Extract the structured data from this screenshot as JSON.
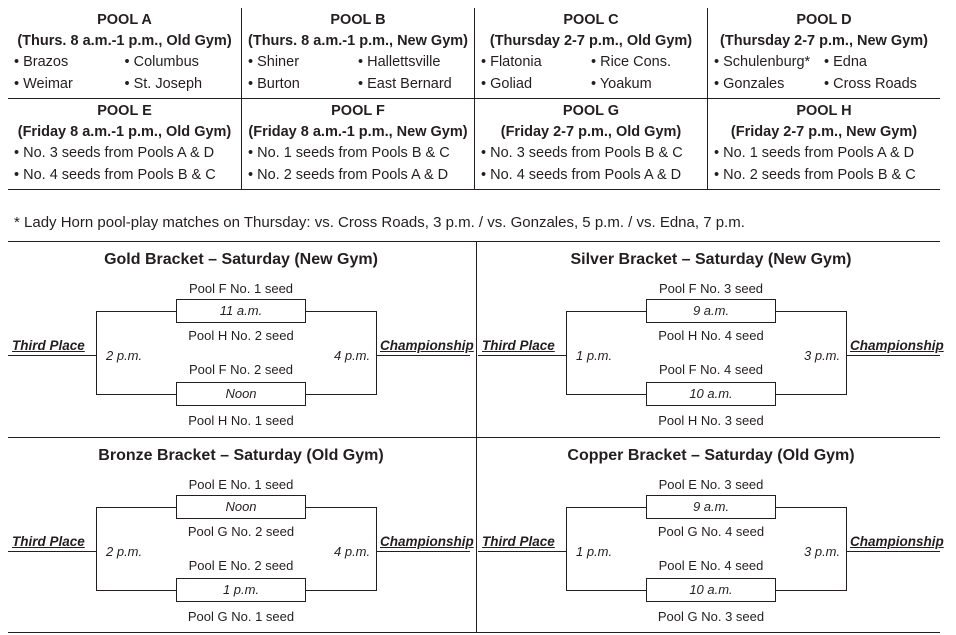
{
  "pools_row1": [
    {
      "title": "POOL A",
      "time": "(Thurs. 8 a.m.-1 p.m., Old Gym)",
      "teams": [
        "• Brazos",
        "• Columbus",
        "• Weimar",
        "• St. Joseph"
      ]
    },
    {
      "title": "POOL B",
      "time": "(Thurs. 8 a.m.-1 p.m., New Gym)",
      "teams": [
        "• Shiner",
        "• Hallettsville",
        "• Burton",
        "• East Bernard"
      ]
    },
    {
      "title": "POOL C",
      "time": "(Thursday 2-7 p.m., Old Gym)",
      "teams": [
        "• Flatonia",
        "• Rice Cons.",
        "• Goliad",
        "• Yoakum"
      ]
    },
    {
      "title": "POOL D",
      "time": "(Thursday 2-7 p.m., New Gym)",
      "teams": [
        "• Schulenburg*",
        "• Edna",
        "• Gonzales",
        "• Cross Roads"
      ]
    }
  ],
  "pools_row2": [
    {
      "title": "POOL E",
      "time": "(Friday 8 a.m.-1 p.m., Old Gym)",
      "seeds": [
        "• No. 3 seeds from Pools A & D",
        "• No. 4 seeds from Pools B & C"
      ]
    },
    {
      "title": "POOL F",
      "time": "(Friday 8 a.m.-1 p.m., New Gym)",
      "seeds": [
        "• No. 1 seeds from Pools B & C",
        "• No. 2 seeds from Pools A & D"
      ]
    },
    {
      "title": "POOL G",
      "time": "(Friday 2-7 p.m., Old Gym)",
      "seeds": [
        "• No. 3 seeds from Pools B & C",
        "• No. 4 seeds from Pools A & D"
      ]
    },
    {
      "title": "POOL H",
      "time": "(Friday 2-7 p.m., New Gym)",
      "seeds": [
        "• No. 1 seeds from Pools A & D",
        "• No. 2 seeds from Pools B & C"
      ]
    }
  ],
  "note": "*  Lady Horn pool-play matches on Thursday: vs. Cross Roads, 3 p.m. / vs. Gonzales, 5 p.m. / vs. Edna, 7 p.m.",
  "brackets": [
    {
      "title": "Gold Bracket – Saturday (New Gym)",
      "top_a": "Pool F No. 1 seed",
      "top_time": "11 a.m.",
      "top_b": "Pool H No. 2 seed",
      "bot_a": "Pool F No. 2 seed",
      "bot_time": "Noon",
      "bot_b": "Pool H No. 1 seed",
      "third_time": "2 p.m.",
      "champ_time": "4 p.m.",
      "third_label": "Third Place",
      "champ_label": "Championship"
    },
    {
      "title": "Silver Bracket – Saturday (New Gym)",
      "top_a": "Pool F No. 3 seed",
      "top_time": "9 a.m.",
      "top_b": "Pool H No. 4 seed",
      "bot_a": "Pool F No. 4 seed",
      "bot_time": "10 a.m.",
      "bot_b": "Pool H No. 3 seed",
      "third_time": "1 p.m.",
      "champ_time": "3 p.m.",
      "third_label": "Third Place",
      "champ_label": "Championship"
    },
    {
      "title": "Bronze Bracket – Saturday (Old Gym)",
      "top_a": "Pool E No. 1 seed",
      "top_time": "Noon",
      "top_b": "Pool G No. 2 seed",
      "bot_a": "Pool E No. 2 seed",
      "bot_time": "1 p.m.",
      "bot_b": "Pool G No. 1 seed",
      "third_time": "2 p.m.",
      "champ_time": "4 p.m.",
      "third_label": "Third Place",
      "champ_label": "Championship"
    },
    {
      "title": "Copper Bracket – Saturday (Old Gym)",
      "top_a": "Pool E No. 3 seed",
      "top_time": "9 a.m.",
      "top_b": "Pool G No. 4 seed",
      "bot_a": "Pool E No. 4 seed",
      "bot_time": "10 a.m.",
      "bot_b": "Pool G No. 3 seed",
      "third_time": "1 p.m.",
      "champ_time": "3 p.m.",
      "third_label": "Third Place",
      "champ_label": "Championship"
    }
  ]
}
